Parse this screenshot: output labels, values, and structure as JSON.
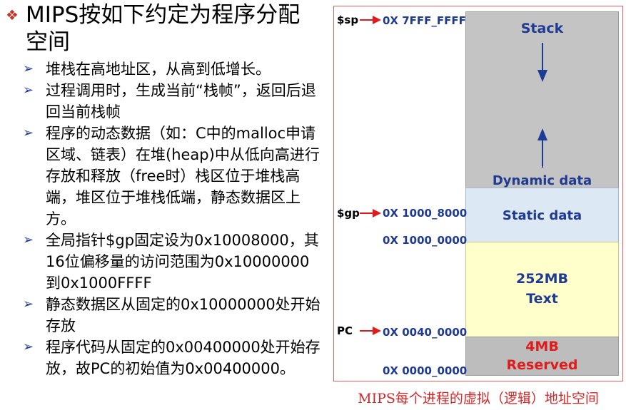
{
  "title": "MIPS按如下约定为程序分配空间",
  "bullets": [
    "堆栈在高地址区，从高到低增长。",
    "过程调用时，生成当前“栈帧”，返回后退回当前栈帧",
    "程序的动态数据（如：C中的malloc申请区域、链表）在堆(heap)中从低向高进行存放和释放（free时）栈区位于堆栈高端，堆区位于堆栈低端，静态数据区上方。",
    "全局指针$gp固定设为0x10008000，其16位偏移量的访问范围为0x10000000 到0x1000FFFF",
    "静态数据区从固定的0x10000000处开始存放",
    "程序代码从固定的0x00400000处开始存放，故PC的初始值为0x00400000。"
  ],
  "diagram": {
    "segments": {
      "stack": "Stack",
      "dynamic": "Dynamic data",
      "static": "Static data",
      "text_size": "252MB",
      "text": "Text",
      "reserved_size": "4MB",
      "reserved": "Reserved"
    },
    "registers": {
      "sp": "$sp",
      "gp": "$gp",
      "pc": "PC"
    },
    "addresses": {
      "top": "0X 7FFF_FFFF",
      "gp": "0X 1000_8000",
      "static_start": "0X 1000_0000",
      "text_start": "0X 0040_0000",
      "bottom": "0X 0000_0000"
    },
    "caption": "MIPS每个进程的虚拟（逻辑）地址空间"
  },
  "colors": {
    "accent_blue": "#1f3a93",
    "caption_red": "#d42828",
    "reserved_red": "#e01b1b",
    "stack_gray": "#c4c4c4",
    "static_blue": "#dce8f3",
    "text_yellow": "#ffffcc"
  }
}
